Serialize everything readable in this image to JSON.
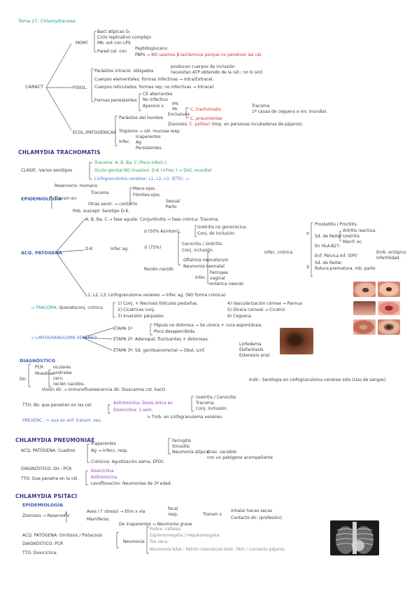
{
  "title": "Tema 27: Chlamydiaceae",
  "caract": {
    "root": "CARACT",
    "morf": "MORF.",
    "morf_items": [
      "Bact atípicas G-",
      "Ciclo replicativo complejo",
      "Mb. ext con LPS"
    ],
    "pared": "Pared cel. con",
    "pared_a": "Peptidoglucano",
    "pbps": "PBPs",
    "pbps_rest": "→ NO usamos β-lactámicos porque no penetran las cél.",
    "fisiol": "FISIOL.",
    "fisiol_items": [
      "Parásitos intracel. obligados",
      "Cuerpos elementales: formas infectivas → Intra/Extracel.",
      "Cuerpos reticulados: formas rep; no infectivas → Intracel.",
      "Formas persistentes"
    ],
    "parasitos_a": "producen cuerpos de inclusión",
    "parasitos_b": "necesitan ATP obtenido de la cél.; no lo sint.",
    "persist_items": [
      "CE aberrantes",
      "No infectivo",
      "Aparece x"
    ],
    "persist_ifn": "IFN",
    "persist_ab": "Ab.",
    "ecol": "ECOL./PATOGÉNICAS",
    "ecol_a": "Parásitos del hombre",
    "ecol_excl": "Exclusivos",
    "trach": "C. trachomatis",
    "tracoma": "Tracoma",
    "causa": "1ª causa de ceguera a niv. mundial.",
    "pneumoniae": "C. pneumoniae",
    "zoonosis": "Zoonosis:",
    "psittaci": "C. psittaci",
    "psittaci_rest": "(Imp. en personas incubadoras de pájaros).",
    "tropismo": "Tropismo → cél. mucosa resp.",
    "infec": "Infec.",
    "infec_items": [
      "Inaparentes",
      "Ag",
      "Persistentes."
    ]
  },
  "trachomatis": {
    "header": "CHLAMYDIA TRACHOMATIS",
    "clasif": "CLASIF.: Varios serotipos",
    "clasif_a": "Tracoma: A, B, Ba, C (Poco infect.).",
    "clasif_b": "Oculo-genital NO invasivo: D-K (+Frec.) → Dist. mundial.",
    "clasif_c": "Linfogranuloma venéreo: L1, L2, L3. (ETS). →",
    "epid": "EPIDEMIOLOGÍA",
    "reservorio": "Reservorio: Humano",
    "transm": "Transm en",
    "tracoma_t": "Tracoma",
    "mano_ojos": "Mano-ojos.",
    "fomites": "Fómites-ojos.",
    "otros": "Otras serot. → contacto",
    "sexual": "Sexual",
    "parto": "Parto",
    "pob": "Pob. suscept: Serotipo D-K.",
    "acq": "ACQ. PATÓGENA",
    "abc": "A, B, Ba, C → fase aguda: Conjuntivitis → fase crónica: Tracoma.",
    "dk": "D-K",
    "infec_ag": "Infec ag.",
    "male": "σ (50% Asintom)",
    "male_a": "Uretritis no gonocócica.",
    "male_b": "Conj. de inclusión.",
    "female": "♀ (75%)",
    "female_a": "Cervicitis / Uretritis",
    "female_b": "Conj. inclusión.",
    "recien": "Recién nacido",
    "rn_a": "Oftalmía neonatorum",
    "rn_b": "Neumonía neonatal",
    "rn_infec": "Infec.",
    "rn_c": "Faringea",
    "rn_d": "vaginal",
    "rn_e": "entérica neonat.",
    "cronica": "Infec. crónica",
    "cr_male": "σ",
    "cr_m1": "Prostatitis / Proctitis.",
    "cr_m2": "Sd. de Reiter",
    "cr_m2a": "Artritis reactiva.",
    "cr_m2b": "Uretritis",
    "cr_m2c": "Manif. oc.",
    "cr_m3": "En HLA-B27.",
    "cr_female": "♀",
    "cr_f1": "Enf. Pélvica Inf. (EPI)",
    "cr_f1a": "Emb. ectópico",
    "cr_f1b": "Infertilidad.",
    "cr_f2": "Sd. de Reiter",
    "cr_f3": "Rotura prematura, mb, parto",
    "l123": "L1, L2, L3: Linfogranuloma venéreo → Infec ag. (NO forma crónica).",
    "tracoma_label": "→ TRACOMA:",
    "tracoma_txt": "Queratoconj. crónica",
    "tracoma_items": [
      "1) Conj. + Necrosis folículos pestañas.",
      "2) Cicatrices conj.",
      "3) Inversión párpados."
    ],
    "tracoma_items2": [
      "4) Vascularización córnea → Pannus",
      "5) Úlcera corneal → Cicatriz",
      "6) Ceguera."
    ],
    "lgv_label": "→ LINFOGRANULOMA VENÉREO",
    "etapa1": "ETAPA 1ª",
    "etapa1_a": "Pápula no dolorosa → Se ulcera + cura espontánea.",
    "etapa1_b": "Poco desapercibida.",
    "etapa2": "ETAPA 2ª: Adenopat. fluctuantes + dolorosas.",
    "etapa3": "ETAPA 3ª: Sd. genitoanorrectal → Obst. Linf.",
    "etapa3_items": [
      "Linfedema",
      "Elefantiasis",
      "Estenosis anal."
    ],
    "diag": "DIAGNÓSTICO",
    "dir": "Dir.",
    "pcr": "PCR",
    "muestras": "Muestras",
    "muestras_items": [
      "oculares",
      "uretrales",
      "cerv.",
      "recién nacidos."
    ],
    "vision": "Visión dir. → Inmunofluorescencia dir. (buscamos cst. bact)",
    "indir": "Indir.: Serología en Linfogranuloma venéreo sólo (Uso de sangre).",
    "tto": "TTO: Ab. que penetren en las cél.",
    "azitro": "Azitromicina: Dosis única en",
    "azitro_items": [
      "Uretritis / Cervicitis",
      "Tracoma.",
      "Conj. inclusión."
    ],
    "doxi": "Doxiciclina: 1 sem.",
    "tmb": "↳ Tmb. en Linfogranuloma venéreo.",
    "prev": "PREVENC.: = que en enf. transm. sex."
  },
  "pneumoniae": {
    "header": "CHLAMYDIA PNEUMONIAE",
    "acq": "ACQ. PATÓGENA: Cuadros",
    "inap": "Inaparentes",
    "ag": "Ag → Infecc. resp.",
    "resp_items": [
      "Faringitis",
      "Sinusitis",
      "Neumonía atípica"
    ],
    "grav": "Grav. variable",
    "grav2": "con un patógeno acompañante",
    "cronicas": "Crónicos: Agudización asma, EPOC",
    "diag": "DIAGNÓSTICO: Dir.: PCR",
    "tto": "TTO: Que penetre en la cél.",
    "tto_items": [
      "Doxiciclina",
      "Azitromicina",
      "Levofloxacino: Neumonías de 3ª edad."
    ]
  },
  "psittaci": {
    "header": "CHLAMYDIA PSITACI",
    "epid": "EPIDEMIOLOGÍA",
    "zoonosis": "Zoonosis → Reservorio",
    "aves": "Aves (↑ stress) → Elim x vía",
    "fecal": "fecal",
    "resp": "resp.",
    "transm": "Transm x",
    "inhal": "Inhalar heces secas",
    "contacto": "Contacto dir. (profesión).",
    "mamif": "Mamíferos.",
    "inap": "De inaparentes → Neumonía grave",
    "acq": "ACQ. PATÓGENA: Ornitosis / Psitacosis",
    "neumonia": "Neumonía",
    "neu_items": [
      "Fiebre, cefalea.",
      "Esplenomegalia / Hepatomegalia.",
      "Tos seca.",
      "Neumonía bilat.: Patrón intersticial bilat. (RX) / Contacto pájaros."
    ],
    "diag": "DIAGNÓSTICO: PCR",
    "tto": "TTO: Doxiciclina."
  }
}
